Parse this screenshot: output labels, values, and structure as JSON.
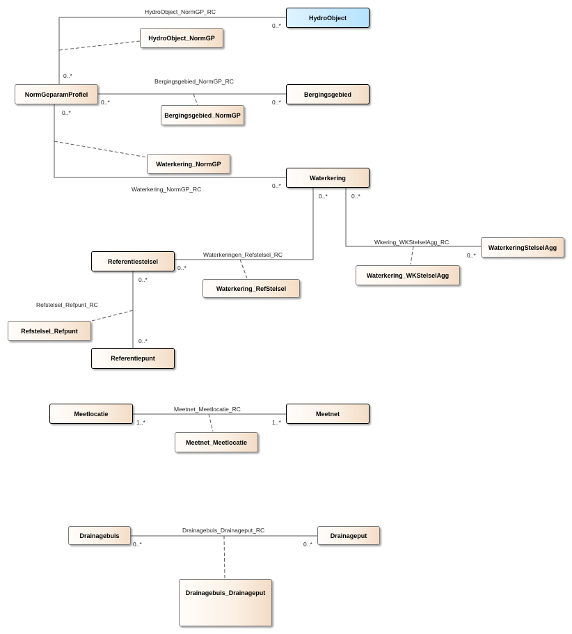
{
  "classes": {
    "hydroobject": "HydroObject",
    "hydroobject_normgp": "HydroObject_NormGP",
    "normgeparamprofiel": "NormGeparamProfiel",
    "bergingsgebied": "Bergingsgebied",
    "bergingsgebied_normgp": "Bergingsgebied_NormGP",
    "waterkering_normgp": "Waterkering_NormGP",
    "waterkering": "Waterkering",
    "waterkeringstelselagg": "WaterkeringStelselAgg",
    "waterkering_wkstelselagg": "Waterkering_WKStelselAgg",
    "referentiestelsel": "Referentiestelsel",
    "waterkering_refstelsel": "Waterkering_RefStelsel",
    "refstelsel_refpunt": "Refstelsel_Refpunt",
    "referentiepunt": "Referentiepunt",
    "meetlocatie": "Meetlocatie",
    "meetnet": "Meetnet",
    "meetnet_meetlocatie": "Meetnet_Meetlocatie",
    "drainagebuis": "Drainagebuis",
    "drainageput": "Drainageput",
    "drainagebuis_drainageput": "Drainagebuis_Drainageput"
  },
  "associations": {
    "hydroobject_normgp_rc": "HydroObject_NormGP_RC",
    "bergingsgebied_normgp_rc": "Bergingsgebied_NormGP_RC",
    "waterkering_normgp_rc": "Waterkering_NormGP_RC",
    "wkering_wkstelselagg_rc": "Wkering_WKStelselAgg_RC",
    "waterkeringen_refstelsel_rc": "Waterkeringen_Refstelsel_RC",
    "refstelsel_refpunt_rc": "Refstelsel_Refpunt_RC",
    "meetnet_meetlocatie_rc": "Meetnet_Meetlocatie_RC",
    "drainagebuis_drainageput_rc": "Drainagebuis_Drainageput_RC"
  },
  "multiplicities": {
    "hydroobject": "0..*",
    "ngp_top": "0..*",
    "ngp_right": "0..*",
    "bergingsgebied": "0..*",
    "ngp_bottom": "0..*",
    "waterkering_left": "0..*",
    "waterkering_bottom_left": "0..*",
    "waterkering_bottom_right": "0..*",
    "waterkeringstelselagg": "0..*",
    "referentiestelsel_right": "0..*",
    "referentiestelsel_bottom": "0..*",
    "referentiepunt": "0..*",
    "meetlocatie": "1..*",
    "meetnet": "1..*",
    "drainagebuis": "0..*",
    "drainageput": "0..*"
  }
}
